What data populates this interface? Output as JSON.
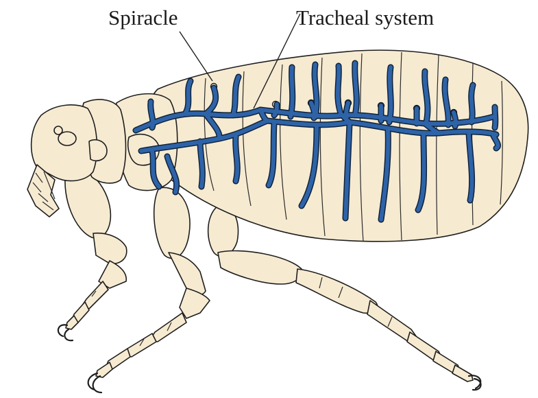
{
  "labels": {
    "spiracle": "Spiracle",
    "tracheal_system": "Tracheal system"
  },
  "colors": {
    "trachea": "#2e63a8",
    "body": "#f6ead1",
    "outline": "#1e1e1e",
    "background": "#ffffff"
  },
  "subject": "flea",
  "icon": "flea-anatomy-illustration"
}
